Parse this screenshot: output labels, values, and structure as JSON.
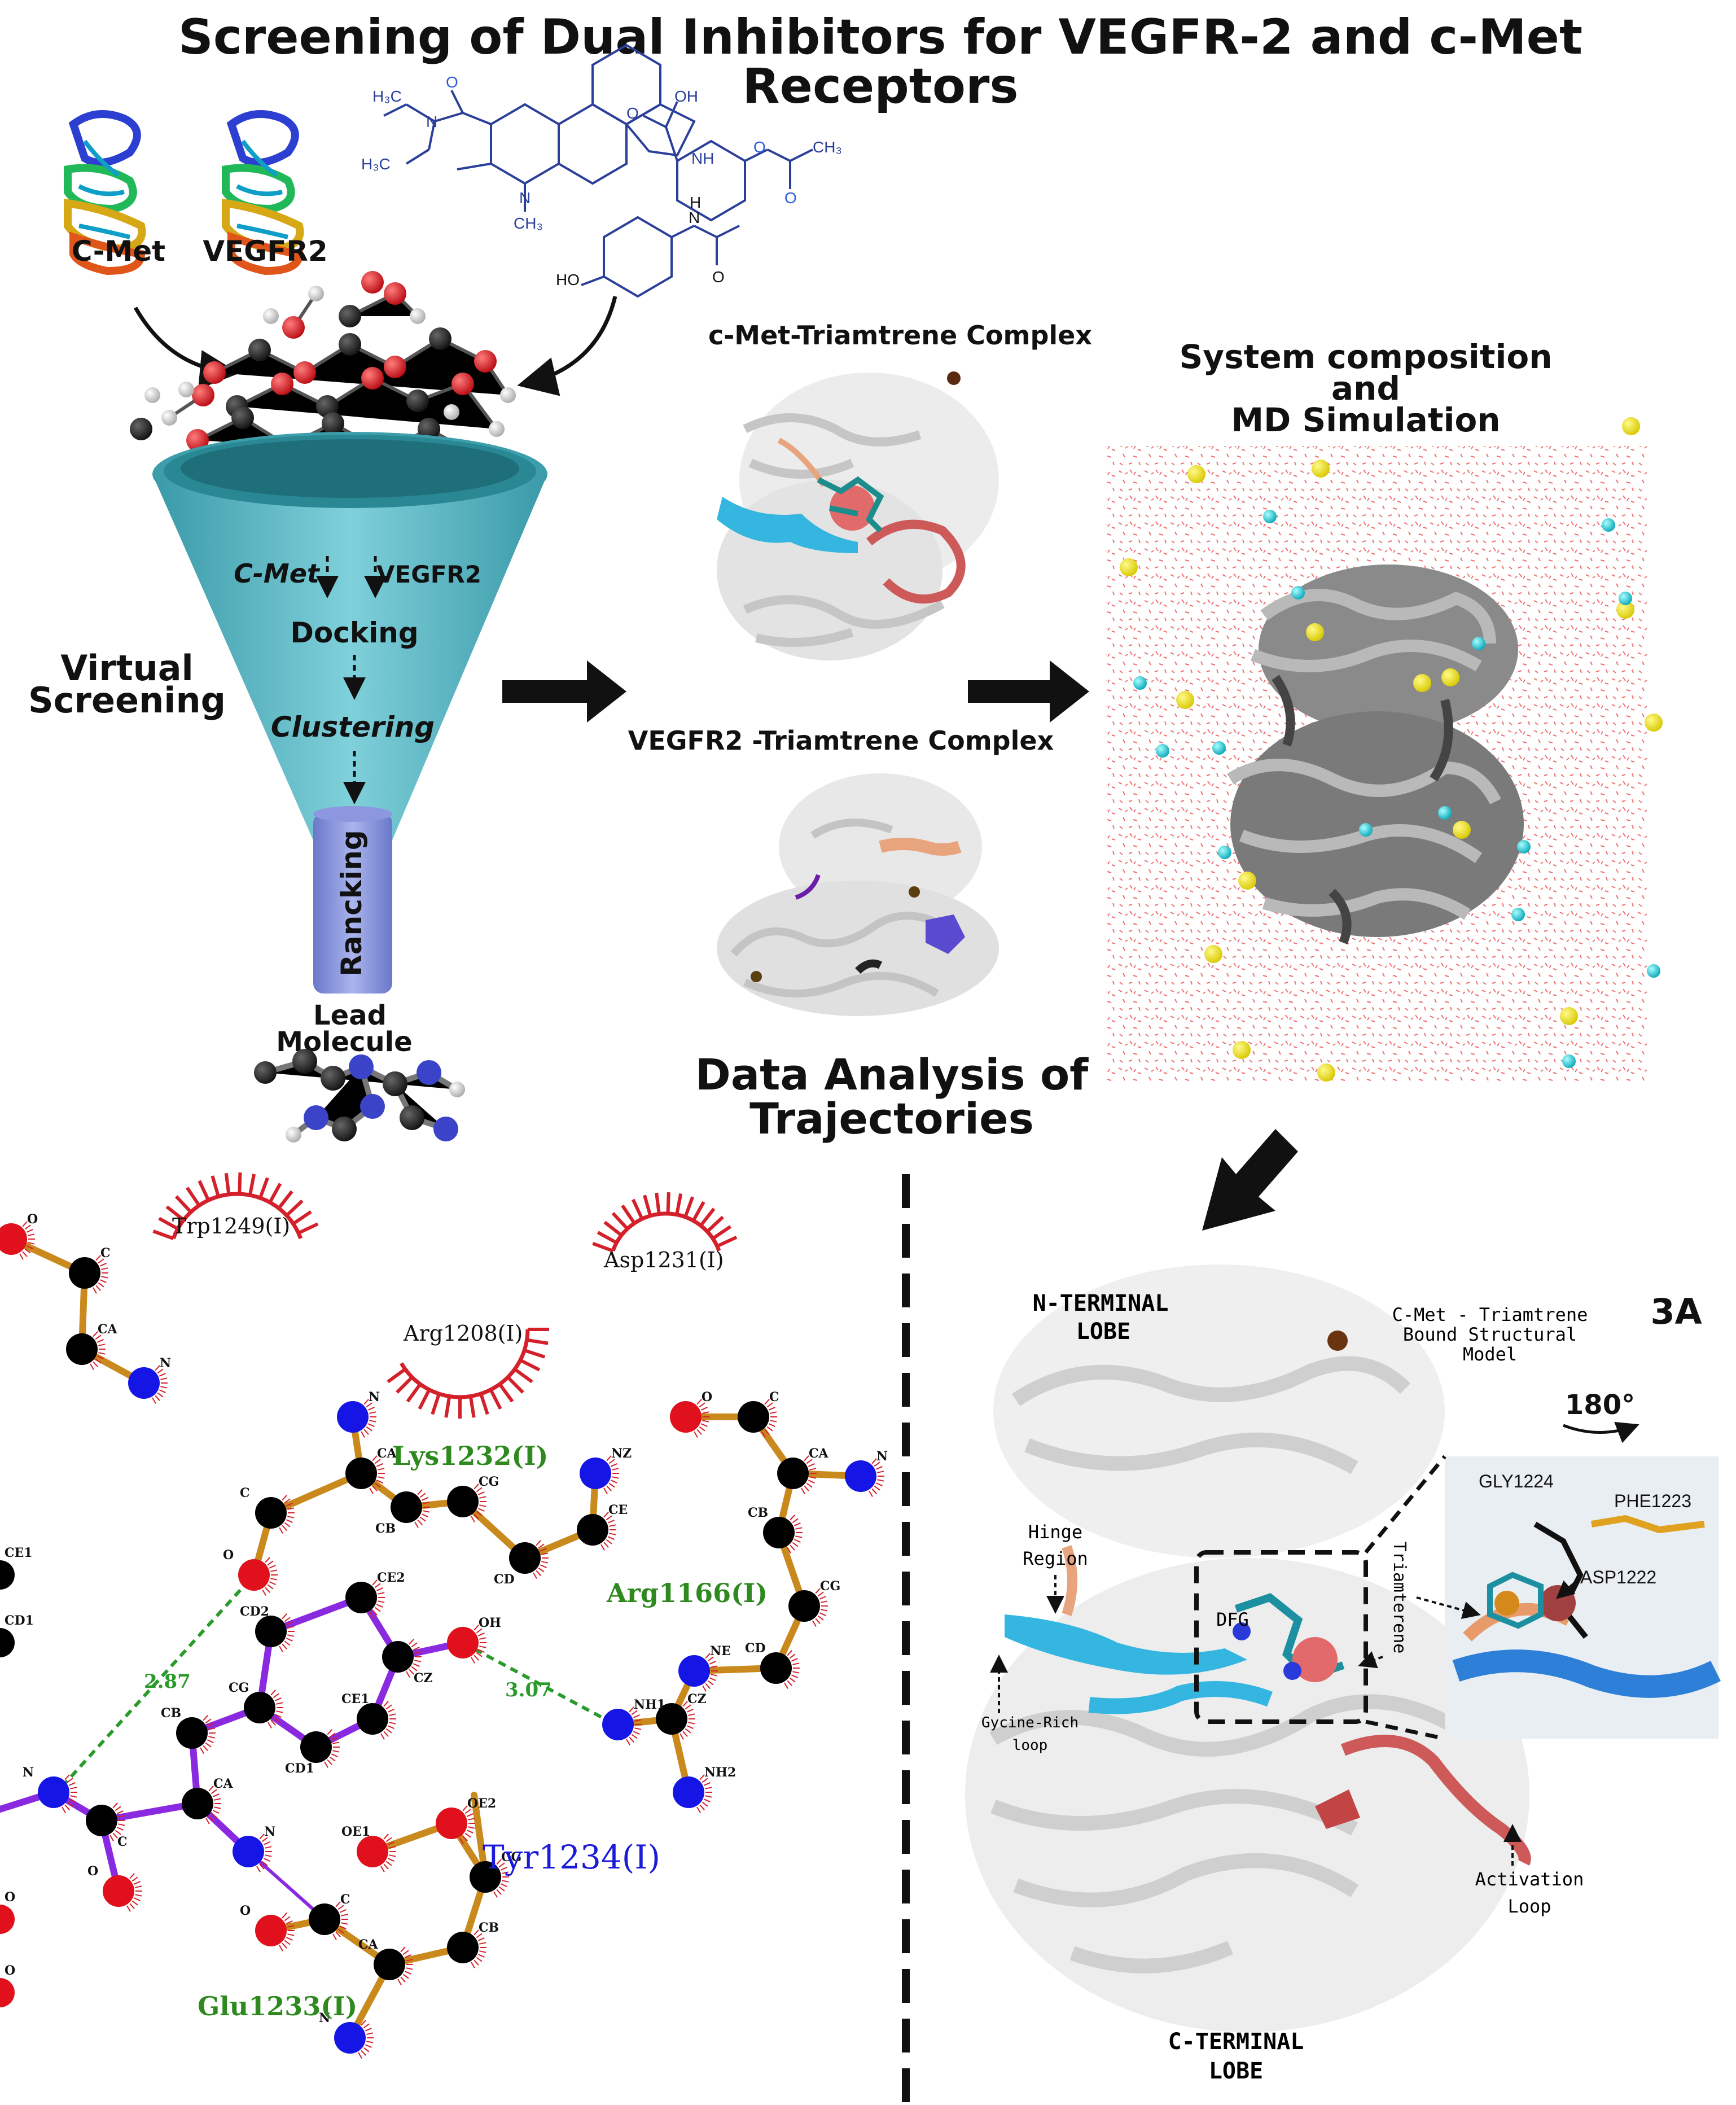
{
  "header": {
    "title_line1": "Screening of Dual Inhibitors for VEGFR-2 and  c-Met",
    "title_line2": "Receptors"
  },
  "screening": {
    "protein_label_1": "C-Met",
    "protein_label_2": "VEGFR2",
    "funnel_label_cmet": "C-Met",
    "funnel_label_vegfr2": "VEGFR2",
    "step_docking": "Docking",
    "step_clustering": "Clustering",
    "step_ranking": "Rancking",
    "side_label_line1": "Virtual",
    "side_label_line2": "Screening",
    "lead_line1": "Lead",
    "lead_line2": "Molecule"
  },
  "ligand_atoms": {
    "h3c_1": "H₃C",
    "n_amide": "N",
    "h3c_2": "H₃C",
    "o_amide": "O",
    "nh_indole": "NH",
    "n_methyl": "N",
    "ch3_n": "CH₃",
    "oh_acid": "OH",
    "o_acid": "O",
    "o_ester": "O",
    "ch3_ester": "CH₃",
    "o_ester2": "O",
    "ho_phenol": "HO",
    "nh_amide": "N",
    "h_amide": "H",
    "o_acetyl": "O"
  },
  "complexes": {
    "cmet_title": "c-Met-Triamtrene Complex",
    "vegfr2_title": "VEGFR2 -Triamtrene Complex"
  },
  "md": {
    "title_line1": "System composition",
    "title_line2": "and",
    "title_line3": "MD Simulation"
  },
  "analysis": {
    "title_line1": "Data Analysis of",
    "title_line2": "Trajectories"
  },
  "ligplot": {
    "residues": [
      "Trp1249(I)",
      "Asp1231(I)",
      "Arg1208(I)"
    ],
    "lys": "Lys1232(I)",
    "arg": "Arg1166(I)",
    "tyr": "Tyr1234(I)",
    "glu": "Glu1233(I)",
    "dist1": "2.87",
    "dist2": "3.07",
    "atoms": {
      "o_tl": "O",
      "c_tl": "C",
      "ca_tl": "CA",
      "n_tl": "N",
      "n_lys": "N",
      "ca_lys": "CA",
      "c_lys": "C",
      "cb_lys": "CB",
      "cg_lys": "CG",
      "cd_lys": "CD",
      "ce_lys": "CE",
      "nz_lys": "NZ",
      "o_lys": "O",
      "o_arg": "O",
      "c_arg": "C",
      "ca_arg": "CA",
      "n_arg": "N",
      "cb_arg": "CB",
      "cg_arg": "CG",
      "cd_arg": "CD",
      "ne_arg": "NE",
      "cz_arg": "CZ",
      "nh1_arg": "NH1",
      "nh2_arg": "NH2",
      "cd2": "CD2",
      "ce2": "CE2",
      "cz": "CZ",
      "oh": "OH",
      "cg_tyr": "CG",
      "ce1": "CE1",
      "cd1": "CD1",
      "cb_tyr": "CB",
      "ca_tyr": "CA",
      "n_tyr": "N",
      "c_tyr": "C",
      "o_tyr": "O",
      "n_left": "N",
      "oe2": "OE2",
      "oe1": "OE1",
      "cd_glu": "CD",
      "cg_glu": "CG",
      "cb_glu": "CB",
      "ca_glu": "CA",
      "c_glu": "C",
      "o_glu": "O",
      "n_glu": "N",
      "ce1_edge": "CE1",
      "cd1_edge": "CD1",
      "o_edge1": "O",
      "o_edge2": "O"
    }
  },
  "structure": {
    "n_lobe_line1": "N-TERMINAL",
    "n_lobe_line2": "LOBE",
    "c_lobe_line1": "C-TERMINAL",
    "c_lobe_line2": "LOBE",
    "model_line1": "C-Met  - Triamtrene",
    "model_line2": "Bound Structural",
    "model_line3": "Model",
    "panel_label": "3A",
    "rotation": "180°",
    "hinge_line1": "Hinge",
    "hinge_line2": "Region",
    "glycine_line1": "Gycine-Rich",
    "glycine_line2": "loop",
    "activation_line1": "Activation",
    "activation_line2": "Loop",
    "dfg": "DFG",
    "triamtrene": "Triamterene",
    "inset_residues": [
      "GLY1224",
      "PHE1223",
      "ASP1222"
    ]
  },
  "colors": {
    "oxygen": "#e0111c",
    "nitrogen": "#1515e6",
    "carbon": "#000000",
    "bond_orange": "#c9891c",
    "bond_purple": "#8a2ae0",
    "hydrophobic": "#d4202a",
    "hbond": "#2a9a2a",
    "funnel": "#4fb3c1",
    "cyan_region": "#35b6e0",
    "red_loop": "#cd5959",
    "salmon": "#e7a47d"
  }
}
